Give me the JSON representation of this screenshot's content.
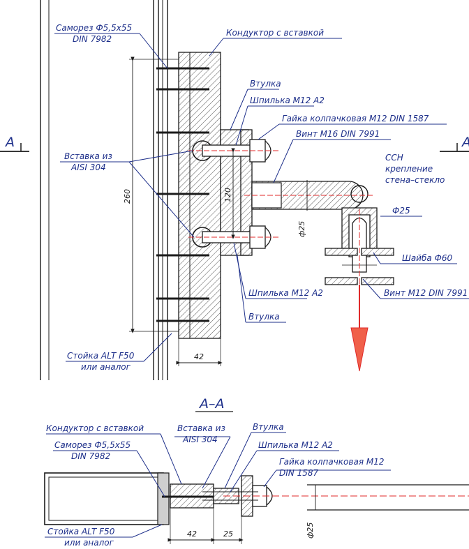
{
  "section_title": "А–А",
  "section_marker": "А",
  "elevation": {
    "labels": {
      "screw": "Саморез Ф5,5х55",
      "screw_din": "DIN 7982",
      "jig": "Кондуктор с вставкой",
      "bushing_top": "Втулка",
      "stud_top": "Шпилька М12 А2",
      "cap_nut": "Гайка колпачковая М12 DIN 1587",
      "screw_m16": "Винт М16 DIN 7991",
      "insert": "Вставка из",
      "insert_material": "AISI 304",
      "ssn": "ССН",
      "ssn_line2": "крепление",
      "ssn_line3": "стена–стекло",
      "diam25": "Ф25",
      "washer": "Шайба Ф60",
      "screw_m12": "Винт М12 DIN 7991",
      "stud_bottom": "Шпилька М12 А2",
      "bushing_bottom": "Втулка",
      "post": "Стойка ALT F50",
      "post_line2": "или аналог"
    },
    "dimensions": {
      "height": "260",
      "spacing": "120",
      "arm_diam": "ф25",
      "width": "42"
    }
  },
  "section": {
    "labels": {
      "jig": "Кондуктор с вставкой",
      "insert": "Вставка из",
      "insert_material": "AISI 304",
      "bushing": "Втулка",
      "screw": "Саморез Ф5,5х55",
      "screw_din": "DIN 7982",
      "stud": "Шпилька М12 А2",
      "cap_nut": "Гайка колпачковая М12",
      "cap_nut_din": "DIN 1587",
      "post": "Стойка ALT F50",
      "post_line2": "или аналог"
    },
    "dimensions": {
      "width42": "42",
      "width25": "25",
      "diam25": "ф25"
    }
  },
  "colors": {
    "label_blue": "#1d2f8a",
    "line_black": "#1b1b1b",
    "load_arrow_red": "#e02a2a"
  }
}
